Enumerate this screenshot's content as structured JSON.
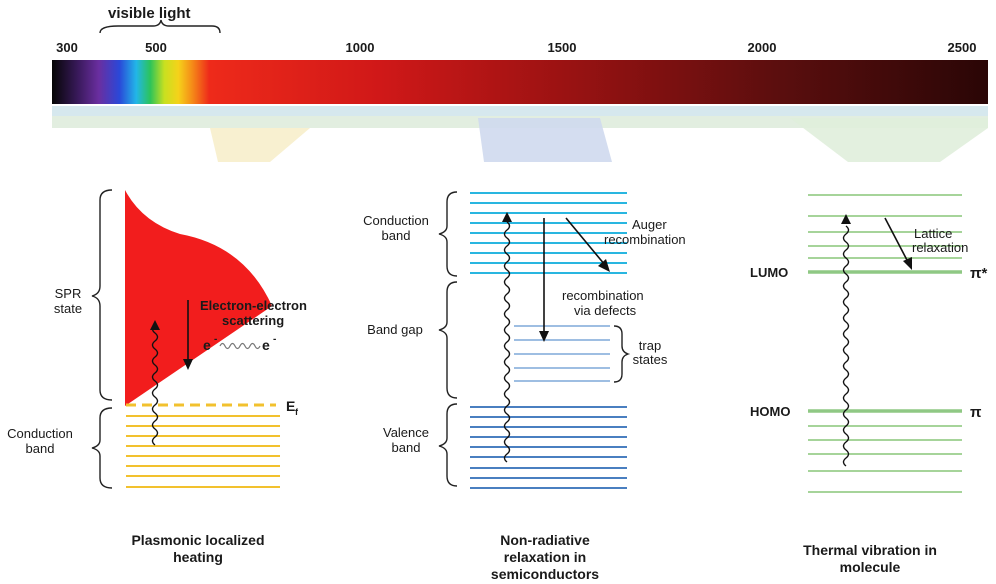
{
  "spectrum": {
    "visible_label": "visible light",
    "ticks": [
      "300",
      "500",
      "1000",
      "1500",
      "2000",
      "2500"
    ]
  },
  "plasmonic": {
    "spr_label_1": "SPR",
    "spr_label_2": "state",
    "scatter_1": "Electron-electron",
    "scatter_2": "scattering",
    "e_left": "e",
    "e_right": "e",
    "e_sup": "-",
    "fermi": "E",
    "fermi_sub": "f",
    "cb_1": "Conduction",
    "cb_2": "band",
    "title_1": "Plasmonic localized",
    "title_2": "heating"
  },
  "semiconductor": {
    "cb_1": "Conduction",
    "cb_2": "band",
    "gap": "Band gap",
    "vb_1": "Valence",
    "vb_2": "band",
    "auger_1": "Auger",
    "auger_2": "recombination",
    "defect_1": "recombination",
    "defect_2": "via defects",
    "trap_1": "trap",
    "trap_2": "states",
    "title_1": "Non-radiative",
    "title_2": "relaxation in",
    "title_3": "semiconductors"
  },
  "molecule": {
    "lumo": "LUMO",
    "homo": "HOMO",
    "pi_star": "π*",
    "pi": "π",
    "lattice_1": "Lattice",
    "lattice_2": "relaxation",
    "title_1": "Thermal vibration in",
    "title_2": "molecule"
  },
  "colors": {
    "gold": "#f2c12e",
    "cyan": "#29b6e0",
    "blue": "#4a7fc0",
    "green": "#a6d49a",
    "spr_red": "#f21d1d"
  }
}
